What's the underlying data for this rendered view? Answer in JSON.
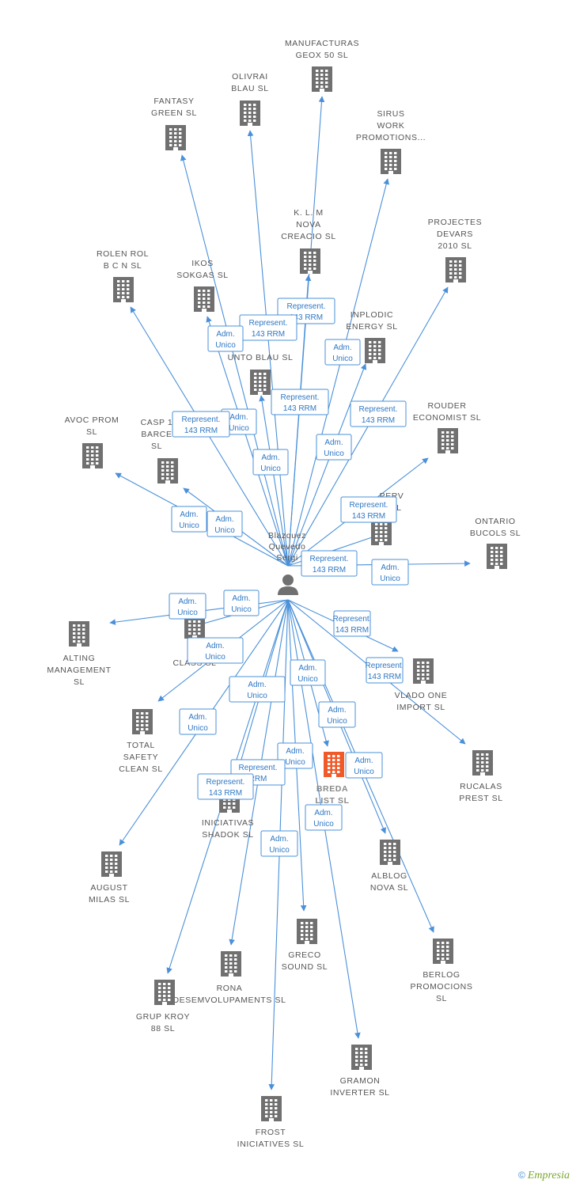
{
  "person": {
    "name_lines": [
      "Blazquez",
      "Quevedo",
      "Sergi"
    ]
  },
  "companies": [
    {
      "id": "geox",
      "lines": [
        "MANUFACTURAS",
        "GEOX 50 SL"
      ],
      "highlight": false
    },
    {
      "id": "olivrai",
      "lines": [
        "OLIVRAI",
        "BLAU SL"
      ],
      "highlight": false
    },
    {
      "id": "fantasy",
      "lines": [
        "FANTASY",
        "GREEN SL"
      ],
      "highlight": false
    },
    {
      "id": "sirus",
      "lines": [
        "SIRUS",
        "WORK",
        "PROMOTIONS..."
      ],
      "highlight": false
    },
    {
      "id": "klm",
      "lines": [
        "K. L. M",
        "NOVA",
        "CREACIO SL"
      ],
      "highlight": false
    },
    {
      "id": "projectes",
      "lines": [
        "PROJECTES",
        "DEVARS",
        "2010 SL"
      ],
      "highlight": false
    },
    {
      "id": "rolen",
      "lines": [
        "ROLEN ROL",
        "B C N SL"
      ],
      "highlight": false
    },
    {
      "id": "ikos",
      "lines": [
        "IKOS",
        "SOKGAS SL"
      ],
      "highlight": false
    },
    {
      "id": "inplodic",
      "lines": [
        "INPLODIC",
        "ENERGY SL"
      ],
      "highlight": false
    },
    {
      "id": "unto",
      "lines": [
        "UNTO BLAU SL"
      ],
      "highlight": false
    },
    {
      "id": "rouder",
      "lines": [
        "ROUDER",
        "ECONOMIST SL"
      ],
      "highlight": false
    },
    {
      "id": "avoc",
      "lines": [
        "AVOC PROM",
        "SL"
      ],
      "highlight": false
    },
    {
      "id": "casp",
      "lines": [
        "CASP 1",
        "BARCE",
        "SL"
      ],
      "highlight": false
    },
    {
      "id": "perv",
      "lines": [
        "PERV",
        "S SL"
      ],
      "highlight": false
    },
    {
      "id": "ontario",
      "lines": [
        "ONTARIO",
        "BUCOLS SL"
      ],
      "highlight": false
    },
    {
      "id": "alting",
      "lines": [
        "ALTING",
        "MANAGEMENT",
        "SL"
      ],
      "highlight": false
    },
    {
      "id": "nclass",
      "lines": [
        "N",
        "CLASS SL"
      ],
      "highlight": false
    },
    {
      "id": "vlado",
      "lines": [
        "VLADO ONE",
        "IMPORT SL"
      ],
      "highlight": false
    },
    {
      "id": "total",
      "lines": [
        "TOTAL",
        "SAFETY",
        "CLEAN SL"
      ],
      "highlight": false
    },
    {
      "id": "rucalas",
      "lines": [
        "RUCALAS",
        "PREST SL"
      ],
      "highlight": false
    },
    {
      "id": "breda",
      "lines": [
        "BREDA",
        "LIST SL"
      ],
      "highlight": true
    },
    {
      "id": "iniciativas",
      "lines": [
        "INICIATIVAS",
        "SHADOK SL"
      ],
      "highlight": false
    },
    {
      "id": "august",
      "lines": [
        "AUGUST",
        "MILAS SL"
      ],
      "highlight": false
    },
    {
      "id": "alblog",
      "lines": [
        "ALBLOG",
        "NOVA SL"
      ],
      "highlight": false
    },
    {
      "id": "greco",
      "lines": [
        "GRECO",
        "SOUND SL"
      ],
      "highlight": false
    },
    {
      "id": "berlog",
      "lines": [
        "BERLOG",
        "PROMOCIONS",
        "SL"
      ],
      "highlight": false
    },
    {
      "id": "rona",
      "lines": [
        "RONA",
        "DESEMVOLUPAMENTS SL"
      ],
      "highlight": false
    },
    {
      "id": "grupkroy",
      "lines": [
        "GRUP KROY",
        "88 SL"
      ],
      "highlight": false
    },
    {
      "id": "gramon",
      "lines": [
        "GRAMON",
        "INVERTER SL"
      ],
      "highlight": false
    },
    {
      "id": "frost",
      "lines": [
        "FROST",
        "INICIATIVES SL"
      ],
      "highlight": false
    }
  ],
  "relations": [
    {
      "lines": [
        "Represent.",
        "143 RRM"
      ]
    },
    {
      "lines": [
        "Represent.",
        "143 RRM"
      ]
    },
    {
      "lines": [
        "Adm.",
        "Unico"
      ]
    },
    {
      "lines": [
        "Adm.",
        "Unico"
      ]
    },
    {
      "lines": [
        "Represent.",
        "143 RRM"
      ]
    },
    {
      "lines": [
        "Represent.",
        "143 RRM"
      ]
    },
    {
      "lines": [
        "Adm.",
        "Unico"
      ]
    },
    {
      "lines": [
        "Represent.",
        "143 RRM"
      ]
    },
    {
      "lines": [
        "Adm.",
        "Unico"
      ]
    },
    {
      "lines": [
        "Adm.",
        "Unico"
      ]
    },
    {
      "lines": [
        "Adm.",
        "Unico"
      ]
    },
    {
      "lines": [
        "Adm.",
        "Unico"
      ]
    },
    {
      "lines": [
        "Represent.",
        "143 RRM"
      ]
    },
    {
      "lines": [
        "Represent.",
        "143 RRM"
      ]
    },
    {
      "lines": [
        "Adm.",
        "Unico"
      ]
    },
    {
      "lines": [
        "Adm.",
        "Unico"
      ]
    },
    {
      "lines": [
        "Adm.",
        "Unico"
      ]
    },
    {
      "lines": [
        "Represent.",
        "143 RRM"
      ]
    },
    {
      "lines": [
        "Adm.",
        "Unico"
      ]
    },
    {
      "lines": [
        "Adm.",
        "Unico"
      ]
    },
    {
      "lines": [
        "Represent.",
        "143 RRM"
      ]
    },
    {
      "lines": [
        "Adm.",
        "Unico"
      ]
    },
    {
      "lines": [
        "Adm.",
        "Unico"
      ]
    },
    {
      "lines": [
        "Adm.",
        "Unico"
      ]
    },
    {
      "lines": [
        "Adm.",
        "Unico"
      ]
    },
    {
      "lines": [
        "Represent.",
        "RRM"
      ]
    },
    {
      "lines": [
        "Represent.",
        "143 RRM"
      ]
    },
    {
      "lines": [
        "Adm.",
        "Unico"
      ]
    },
    {
      "lines": [
        "Adm.",
        "Unico"
      ]
    },
    {
      "lines": [
        "Adm.",
        "Unico"
      ]
    }
  ],
  "footer": {
    "copyright": "©",
    "brand": "Empresia"
  }
}
